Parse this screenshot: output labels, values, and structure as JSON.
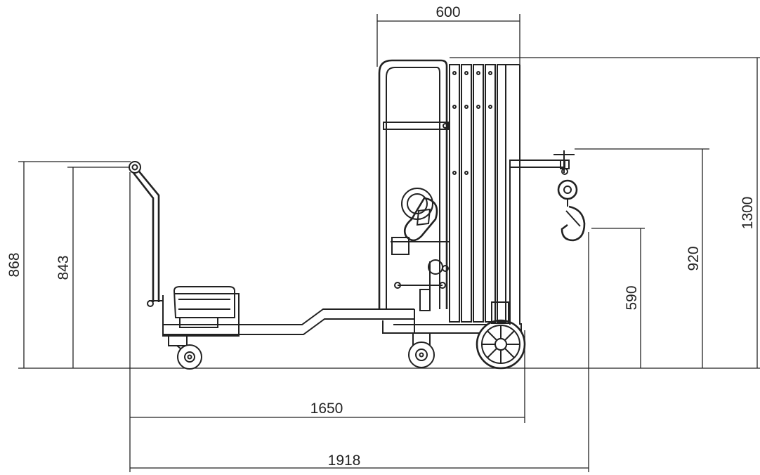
{
  "dimensions": {
    "mast_width": "600",
    "total_height": "1300",
    "hook_height": "920",
    "platform_height": "590",
    "handle_top_height": "868",
    "handle_bar_height": "843",
    "wheelbase_length": "1650",
    "overall_length": "1918"
  },
  "colors": {
    "line": "#222222",
    "background": "#ffffff"
  }
}
